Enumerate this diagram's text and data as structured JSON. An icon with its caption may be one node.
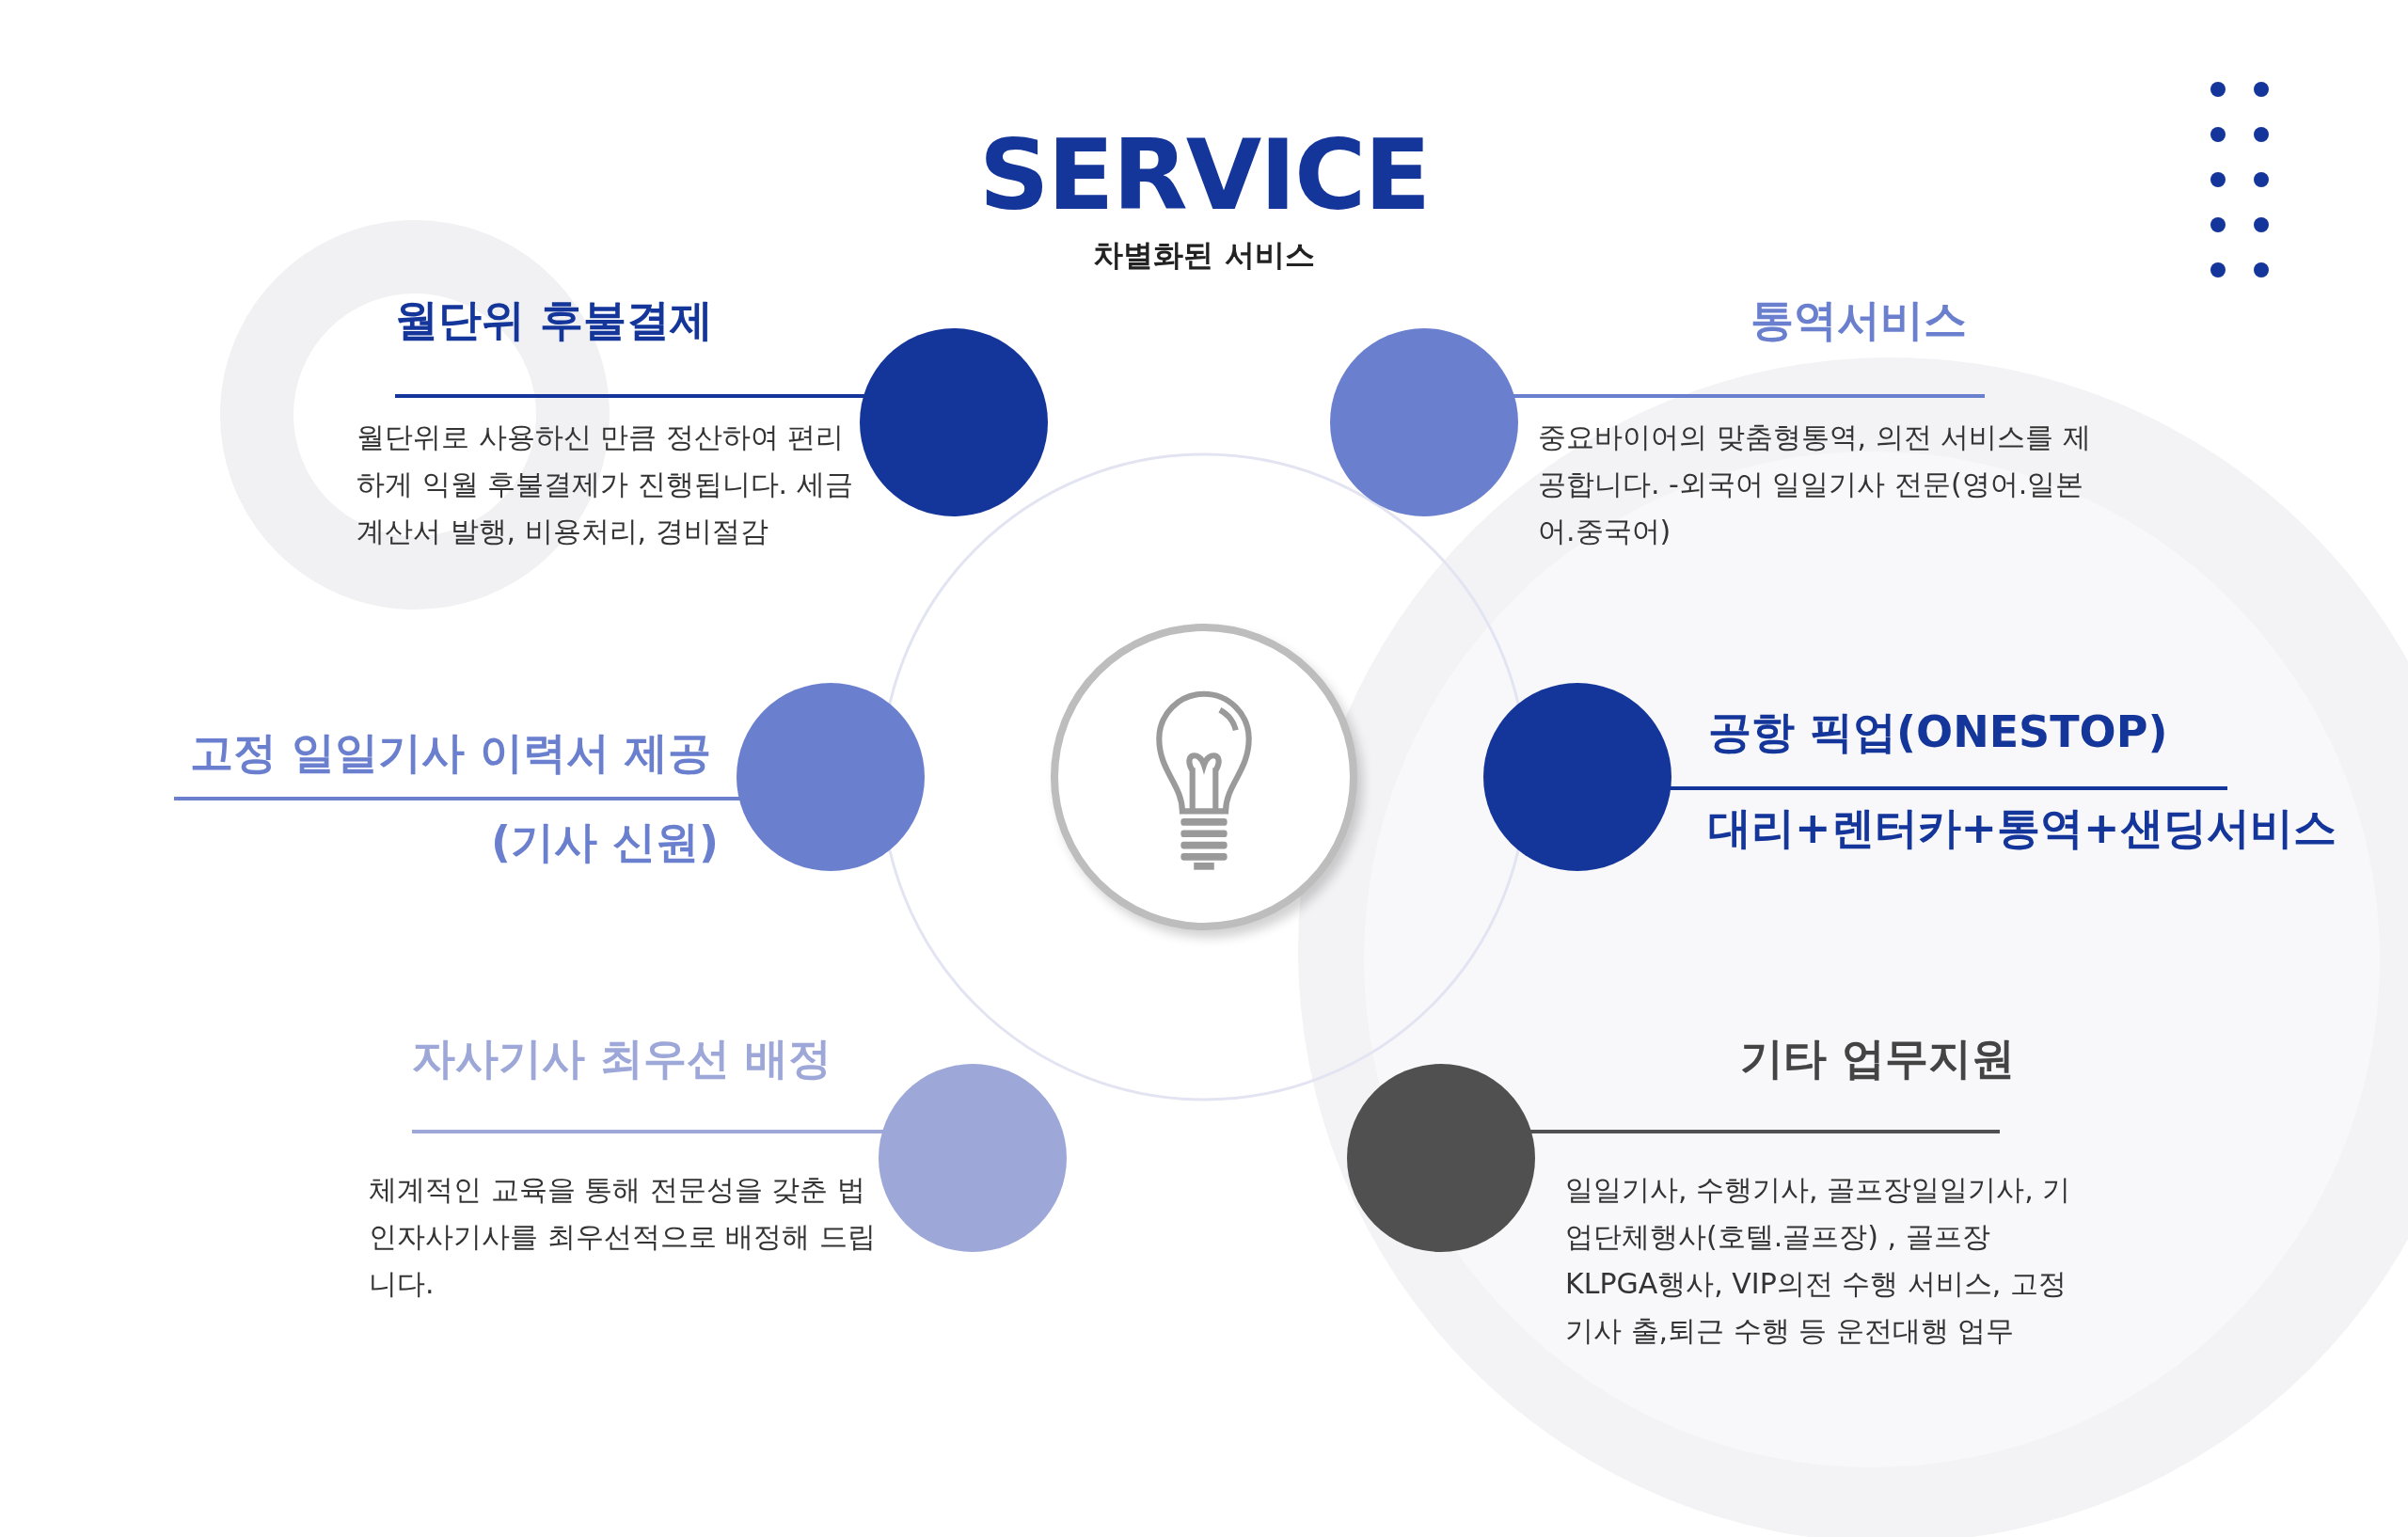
{
  "diagram": {
    "title": "SERVICE",
    "nodes": [
      {
        "text": [],
        "shape": "picture"
      },
      {
        "text": [
          "월단위 후불결제",
          "월단위로 사용하신 만큼 정산하여 편리하게 익월 후불결제가 진행됩니다. 세금계산서 발행, 비용처리, 경비절감"
        ]
      },
      {
        "text": [
          "통역서비스",
          "중요바이어의 맞춤형통역, 의전 서비스를 제공합니다. -외국어 일일기사 전문(영어.일본어.중국어)"
        ]
      },
      {
        "text": [
          "고정 일일기사 이력서 제공",
          "(기사 신원)"
        ]
      },
      {
        "text": [
          "공항 픽업(ONESTOP)",
          "대리+렌터카+통역+샌딩서비스"
        ]
      },
      {
        "text": [
          "자사기사 최우선 배정",
          "체계적인 교육을 통해 전문성을 갖춘 법인자사기사를 최우선적으로 배정해 드립니다."
        ]
      },
      {
        "text": [
          "기타 업무지원",
          "일일기사, 수행기사, 골프장일일기사, 기업단체행사(호텔.골프장) , 골프장 KLPGA행사, VIP의전 수행 서비스, 고정기사 출,퇴근 수행 등 운전대행 업무"
        ]
      }
    ],
    "labels": [
      "차별화된 서비스"
    ]
  }
}
